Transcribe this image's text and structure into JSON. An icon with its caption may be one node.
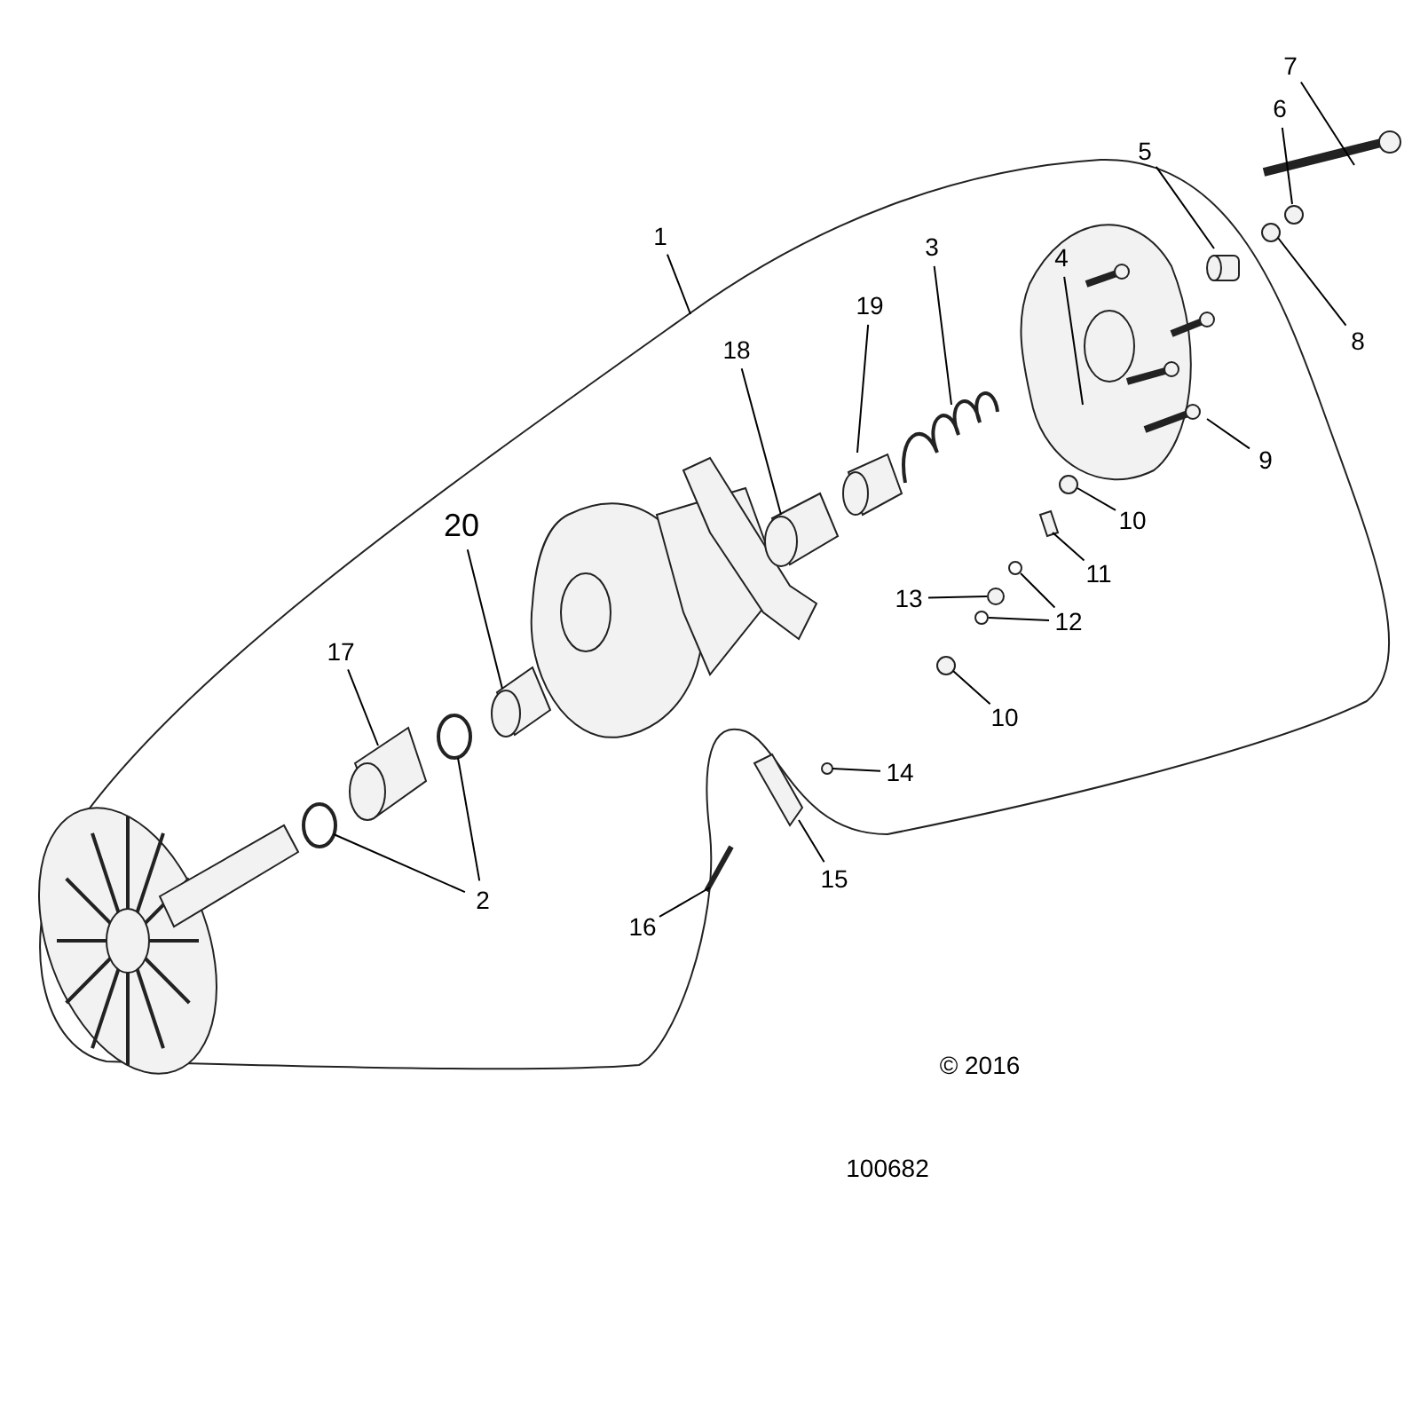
{
  "diagram": {
    "nodes": [
      {
        "text": [
          "7"
        ]
      },
      {
        "text": [
          "6"
        ]
      },
      {
        "text": [
          "5"
        ]
      },
      {
        "text": [
          "1"
        ]
      },
      {
        "text": [
          "4"
        ]
      },
      {
        "text": [
          "3"
        ]
      },
      {
        "text": [
          "8"
        ]
      },
      {
        "text": [
          "19"
        ]
      },
      {
        "text": [
          "18"
        ]
      },
      {
        "text": [
          "9"
        ]
      },
      {
        "text": [
          "10"
        ]
      },
      {
        "text": [
          "11"
        ]
      },
      {
        "text": [
          "20"
        ]
      },
      {
        "text": [
          "13"
        ]
      },
      {
        "text": [
          "12"
        ]
      },
      {
        "text": [
          "17"
        ]
      },
      {
        "text": [
          "10"
        ]
      },
      {
        "text": [
          "14"
        ]
      },
      {
        "text": [
          "15"
        ]
      },
      {
        "text": [
          "2"
        ]
      },
      {
        "text": [
          "16"
        ]
      }
    ],
    "edges": [
      {
        "from": 0,
        "to": null,
        "arrow": "none"
      },
      {
        "from": 1,
        "to": null,
        "arrow": "none"
      },
      {
        "from": 2,
        "to": null,
        "arrow": "none"
      },
      {
        "from": 3,
        "to": null,
        "arrow": "none"
      },
      {
        "from": 4,
        "to": null,
        "arrow": "none"
      },
      {
        "from": 5,
        "to": null,
        "arrow": "none"
      },
      {
        "from": 6,
        "to": null,
        "arrow": "none"
      },
      {
        "from": 7,
        "to": null,
        "arrow": "none"
      },
      {
        "from": 8,
        "to": null,
        "arrow": "none"
      },
      {
        "from": 9,
        "to": null,
        "arrow": "none"
      },
      {
        "from": 10,
        "to": null,
        "arrow": "none"
      },
      {
        "from": 11,
        "to": null,
        "arrow": "none"
      },
      {
        "from": 12,
        "to": null,
        "arrow": "none"
      },
      {
        "from": 13,
        "to": null,
        "arrow": "none"
      },
      {
        "from": 14,
        "to": null,
        "arrow": "none"
      },
      {
        "from": 14,
        "to": null,
        "arrow": "none"
      },
      {
        "from": 15,
        "to": null,
        "arrow": "none"
      },
      {
        "from": 16,
        "to": null,
        "arrow": "none"
      },
      {
        "from": 17,
        "to": null,
        "arrow": "none"
      },
      {
        "from": 18,
        "to": null,
        "arrow": "none"
      },
      {
        "from": 19,
        "to": null,
        "arrow": "none"
      },
      {
        "from": 19,
        "to": null,
        "arrow": "none"
      },
      {
        "from": 20,
        "to": null,
        "arrow": "none"
      }
    ],
    "labels": [
      "© 2016",
      "100682"
    ]
  }
}
